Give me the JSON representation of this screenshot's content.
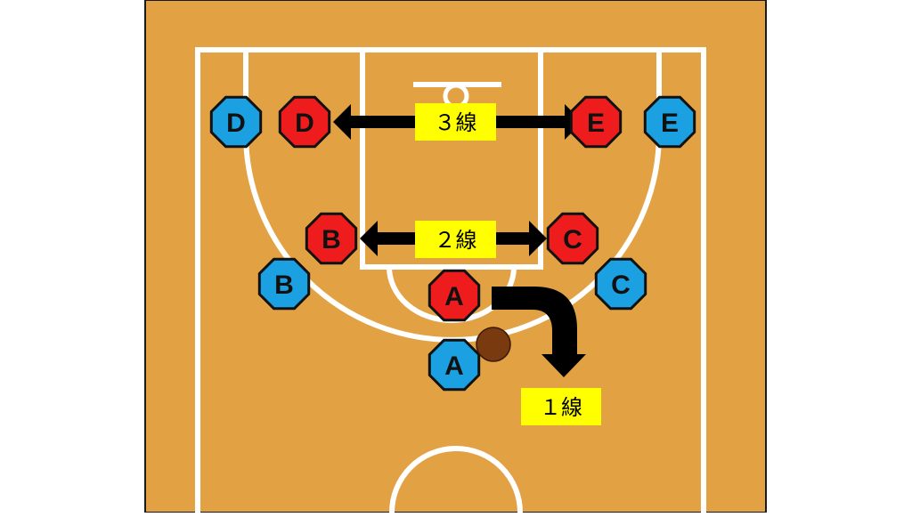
{
  "colors": {
    "court": "#E2A243",
    "court_border": "#1a1a1a",
    "lines": "#ffffff",
    "team_red": "#EE1C1C",
    "team_blue": "#1BA1E2",
    "player_outline": "#111111",
    "arrow": "#000000",
    "label_bg": "#FFFF00",
    "ball": "#7A3A10"
  },
  "players": {
    "red_d": "D",
    "red_e": "E",
    "red_b": "B",
    "red_c": "C",
    "red_a": "A",
    "blue_d": "D",
    "blue_e": "E",
    "blue_b": "B",
    "blue_c": "C",
    "blue_a": "A"
  },
  "labels": {
    "line3": "３線",
    "line2": "２線",
    "line1": "１線"
  }
}
